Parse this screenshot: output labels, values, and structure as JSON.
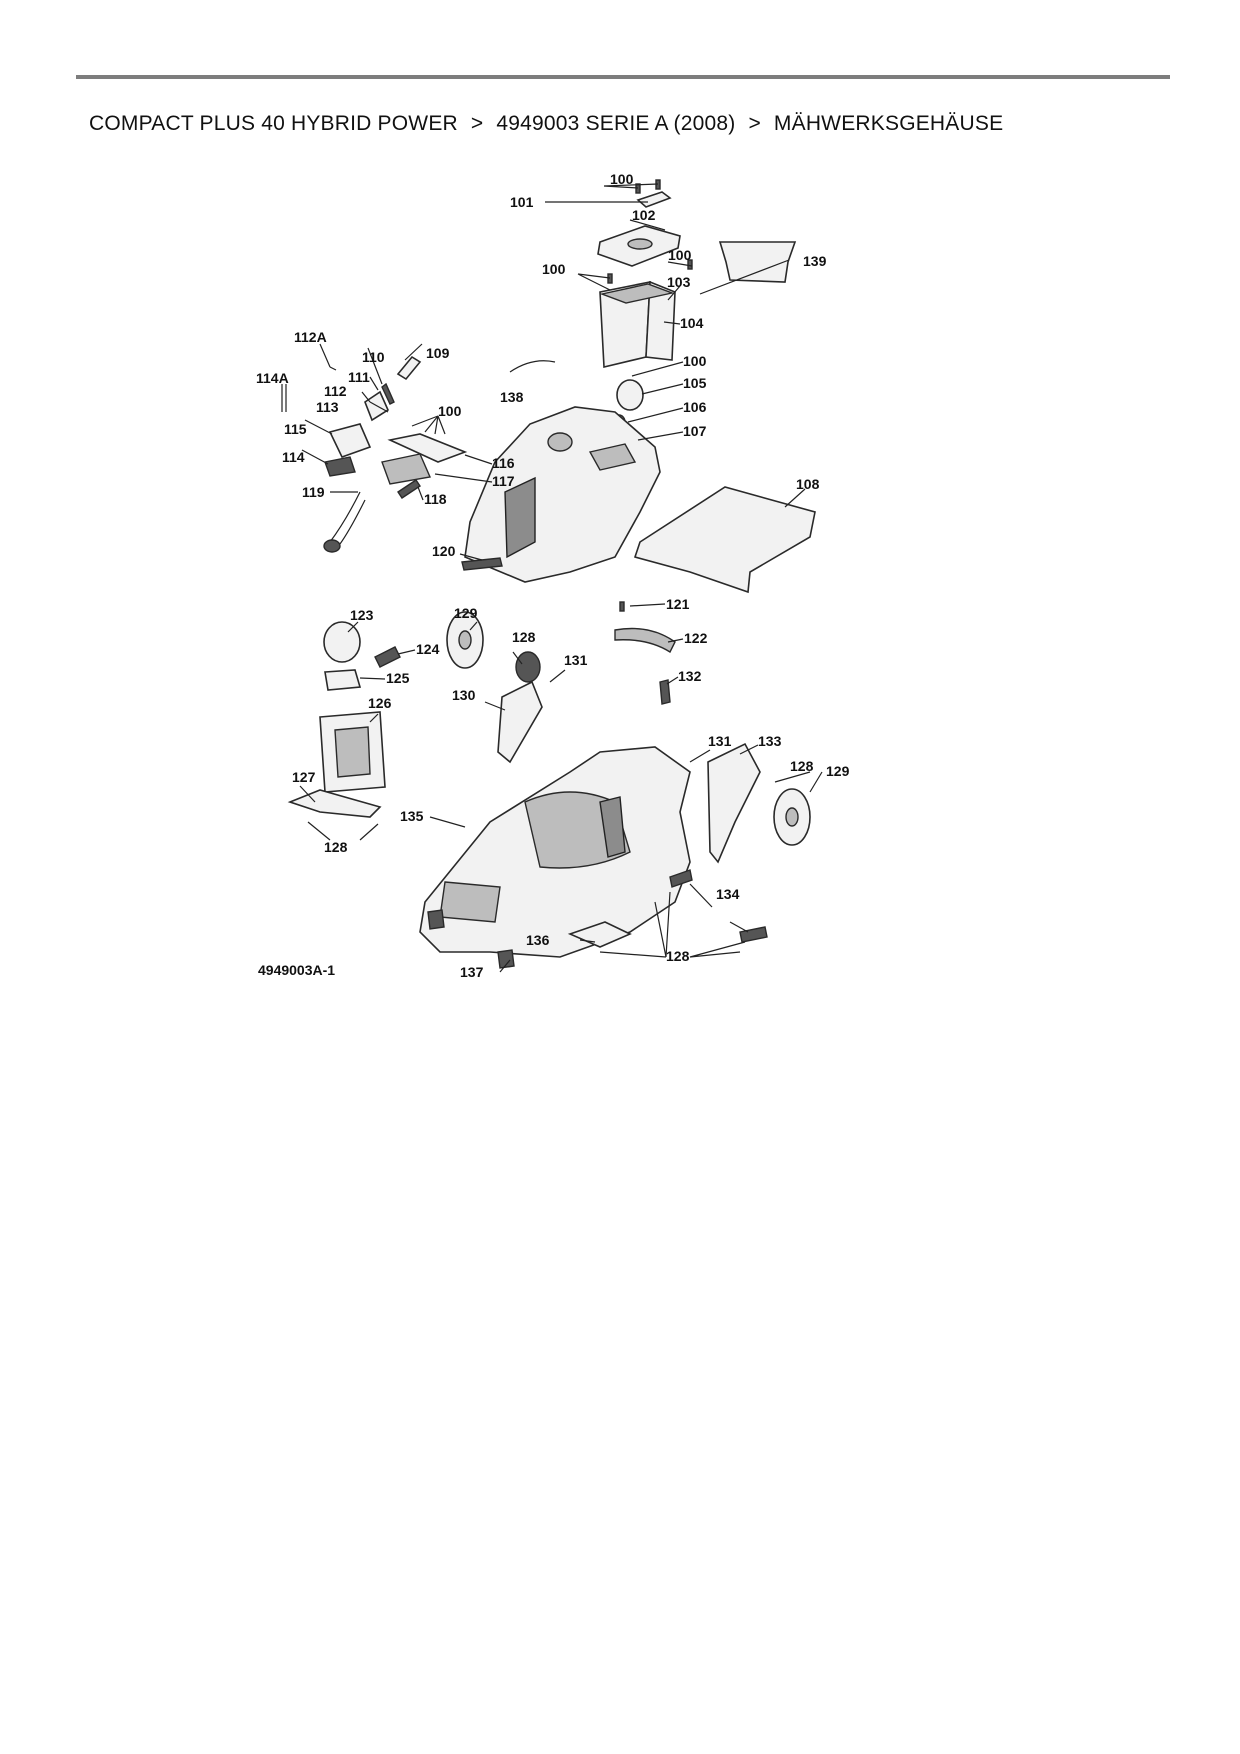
{
  "breadcrumb": {
    "model": "COMPACT PLUS 40 HYBRID POWER",
    "separator": ">",
    "series": "4949003 SERIE A (2008)",
    "section": "MÄHWERKSGEHÄUSE"
  },
  "diagram": {
    "figure_code": "4949003A-1",
    "callouts": {
      "c100a": "100",
      "c101": "101",
      "c102": "102",
      "c100b": "100",
      "c100c": "100",
      "c103": "103",
      "c139": "139",
      "c104": "104",
      "c112A": "112A",
      "c110": "110",
      "c109": "109",
      "c114A": "114A",
      "c111": "111",
      "c112": "112",
      "c113": "113",
      "c100d": "100",
      "c115": "115",
      "c114": "114",
      "c116": "116",
      "c117": "117",
      "c119": "119",
      "c118": "118",
      "c138": "138",
      "c100e": "100",
      "c105": "105",
      "c106": "106",
      "c107": "107",
      "c108": "108",
      "c120": "120",
      "c123": "123",
      "c129a": "129",
      "c121": "121",
      "c128a": "128",
      "c122": "122",
      "c124": "124",
      "c131a": "131",
      "c132": "132",
      "c125": "125",
      "c126": "126",
      "c130": "130",
      "c131b": "131",
      "c133": "133",
      "c128b": "128",
      "c129b": "129",
      "c127": "127",
      "c135": "135",
      "c128c": "128",
      "c134": "134",
      "c136": "136",
      "c128d": "128",
      "c137": "137"
    }
  }
}
